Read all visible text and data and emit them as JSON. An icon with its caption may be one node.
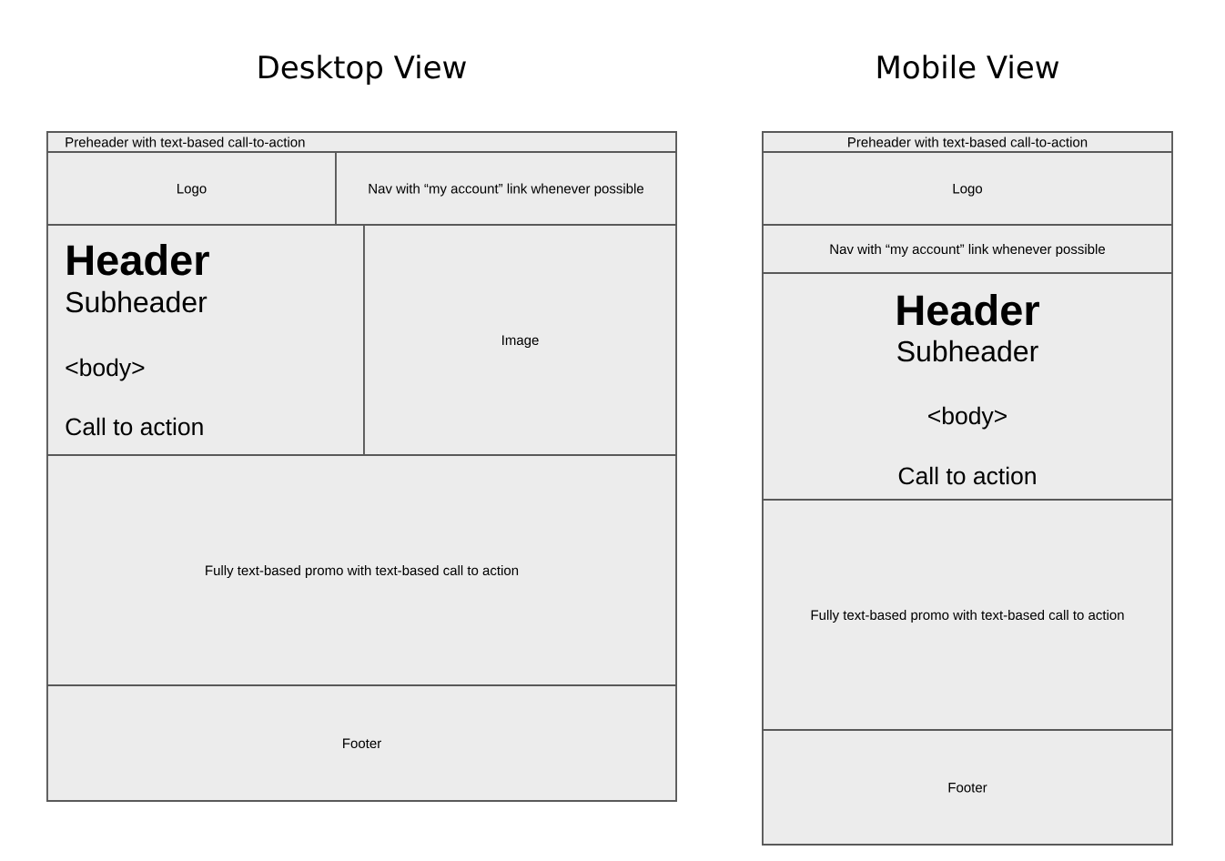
{
  "diagram": {
    "nodes": [
      {
        "text": [
          "Desktop View"
        ]
      },
      {
        "text": [
          "Preheader with text-based call-to-action"
        ],
        "in": 0
      },
      {
        "text": [
          "Logo"
        ],
        "in": 0
      },
      {
        "text": [
          "Nav with “my account” link whenever possible"
        ],
        "in": 0
      },
      {
        "text": [
          "Header",
          "Subheader",
          "<body>",
          "Call to action"
        ],
        "in": 0
      },
      {
        "text": [
          "Image"
        ],
        "in": 0
      },
      {
        "text": [
          "Fully text-based promo with text-based call to action"
        ],
        "in": 0
      },
      {
        "text": [
          "Footer"
        ],
        "in": 0
      },
      {
        "text": [
          "Mobile View"
        ]
      },
      {
        "text": [
          "Preheader with text-based call-to-action"
        ],
        "in": 8
      },
      {
        "text": [
          "Logo"
        ],
        "in": 8
      },
      {
        "text": [
          "Nav with “my account” link whenever possible"
        ],
        "in": 8
      },
      {
        "text": [
          "Header",
          "Subheader",
          "<body>",
          "Call to action"
        ],
        "in": 8
      },
      {
        "text": [
          "Fully text-based promo with text-based call to action"
        ],
        "in": 8
      },
      {
        "text": [
          "Footer"
        ],
        "in": 8
      }
    ]
  }
}
